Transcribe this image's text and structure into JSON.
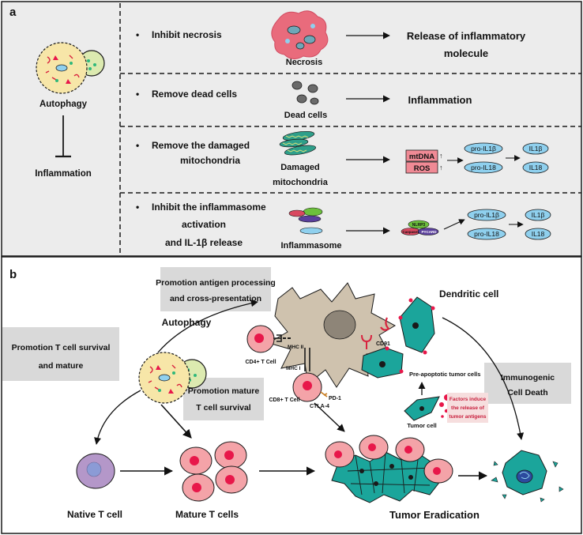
{
  "panel_a": {
    "label": "a",
    "left": {
      "autophagy": "Autophagy",
      "inflammation": "Inflammation"
    },
    "rows": [
      {
        "bullet": "•",
        "text_lines": [
          "Inhibit necrosis"
        ],
        "image_lines": [
          "Necrosis"
        ],
        "result_lines": [
          "Release of inflammatory",
          "molecule"
        ]
      },
      {
        "bullet": "•",
        "text_lines": [
          "Remove dead cells"
        ],
        "image_lines": [
          "Dead cells"
        ],
        "result_lines": [
          "Inflammation"
        ]
      },
      {
        "bullet": "•",
        "text_lines": [
          "Remove the damaged",
          "mitochondria"
        ],
        "image_lines": [
          "Damaged",
          "mitochondria"
        ],
        "result_boxes": [
          "mtDNA",
          "ROS"
        ],
        "pro_cytokines": [
          "pro-IL1β",
          "pro-IL18"
        ],
        "cytokines": [
          "IL1β",
          "IL18"
        ]
      },
      {
        "bullet": "•",
        "text_lines": [
          "Inhibit the inflammasome",
          "activation",
          "and IL-1β release"
        ],
        "image_lines": [
          "Inflammasome"
        ],
        "complex_labels": [
          "NLRP3",
          "Caspase1",
          "PYCARD"
        ],
        "pro_cytokines": [
          "pro-IL1β",
          "pro-IL18"
        ],
        "cytokines": [
          "IL1β",
          "IL18"
        ]
      }
    ]
  },
  "panel_b": {
    "label": "b",
    "boxes": {
      "antigen_processing": [
        "Promotion antigen processing",
        "and cross-presentation"
      ],
      "tcell_survival": [
        "Promotion T cell survival",
        "and mature"
      ],
      "mature_survival": [
        "Promotion mature",
        "T cell survival"
      ],
      "icd": [
        "Immunogenic",
        "Cell Death"
      ]
    },
    "labels": {
      "autophagy": "Autophagy",
      "dendritic_cell": "Dendritic cell",
      "cd4": "CD4+ T Cell",
      "mhc2": "MHC II",
      "mhc1": "MHC I",
      "cd91": "CD91",
      "cd8": "CD8+ T Cell",
      "pd1": "PD-1",
      "ctla4": "CTLA-4",
      "pre_apoptotic": "Pre-apoptotic tumor cells",
      "tumor_cell": "Tumor cell",
      "factors": [
        "Factors induce",
        "the release of",
        "tumor antigens"
      ],
      "native_t": "Native T cell",
      "mature_t": "Mature T cells",
      "tumor_eradication": "Tumor Eradication"
    }
  },
  "colors": {
    "outline": "#1a1a1a",
    "panel_bg": "#ececec",
    "necrosis": "#e96b7c",
    "cell_pink": "#f4a3a8",
    "nucleus_red": "#e8174a",
    "teal": "#1ba59b",
    "dendritic": "#cfc2ae",
    "purple": "#b497c9",
    "cyto_blue": "#8fd0ee",
    "box_gray": "#d9d9d9",
    "autophagy_cell": "#f7e6a8",
    "autophagy_vesicle": "#dceab0"
  }
}
